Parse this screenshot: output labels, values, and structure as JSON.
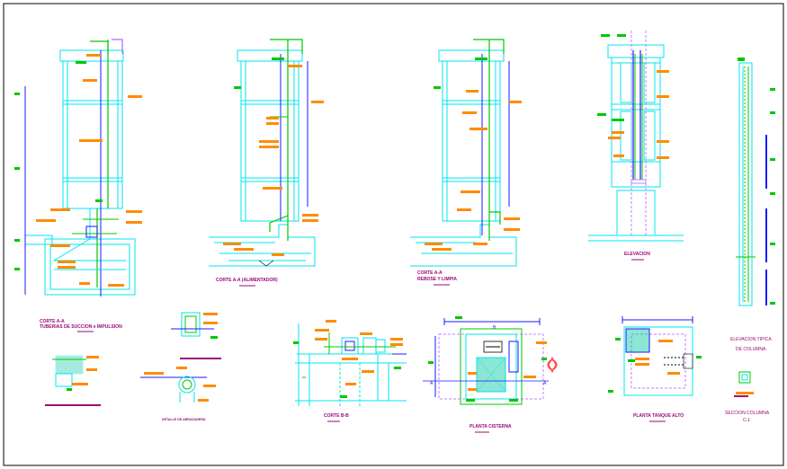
{
  "drawing": {
    "colors": {
      "cyan": "#00e5f0",
      "green": "#00c800",
      "blue": "#1a1aff",
      "orange": "#ff8c00",
      "magenta": "#9a0a7a",
      "lavender": "#c080ff",
      "black": "#000000"
    },
    "sections": {
      "suction": {
        "title": "CORTE A-A",
        "subtitle": "TUBERIAS DE SUCCION e IMPULSION"
      },
      "feed": {
        "title": "CORTE A-A  (ALIMENTADOR)"
      },
      "drain": {
        "title": "CORTE A-A",
        "subtitle": "REBOSE Y LIMPIA"
      },
      "elevation": {
        "title": "ELEVACION"
      },
      "column_elevation": {
        "title": "ELEVACION TIPICA",
        "subtitle": "DE COLUMNA"
      },
      "b_section": {
        "title": "CORTE B-B"
      },
      "cistern_plan": {
        "title": "PLANTA CISTERNA"
      },
      "tank_plan": {
        "title": "PLANTA TANQUE ALTO"
      },
      "column_section": {
        "title": "SECCION COLUMNA",
        "subtitle": "C-1"
      },
      "detail": {
        "title": "DETALLE DE ABRAZADERA"
      }
    },
    "marks": {
      "a": "A",
      "b": "B"
    }
  }
}
